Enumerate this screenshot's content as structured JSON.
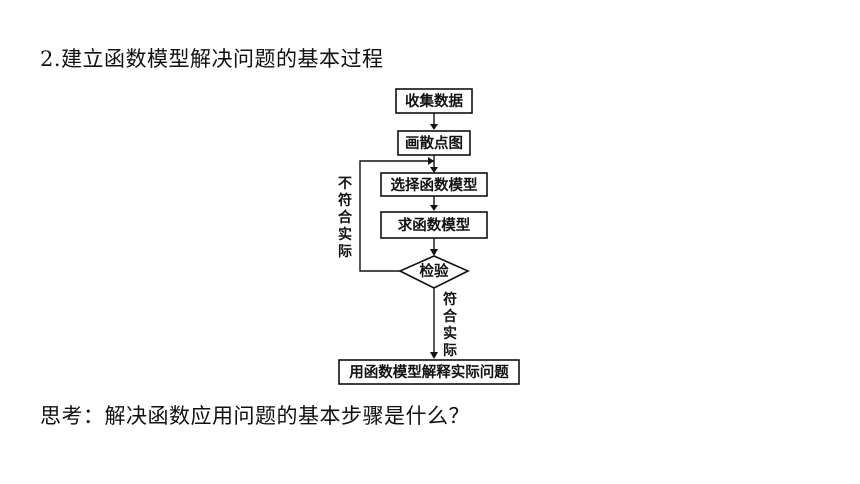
{
  "heading": "2.建立函数模型解决问题的基本过程",
  "flowchart": {
    "nodes": {
      "collect_data": "收集数据",
      "scatter_plot": "画散点图",
      "choose_model": "选择函数模型",
      "find_model": "求函数模型",
      "check": "检验",
      "apply_model": "用函数模型解释实际问题"
    },
    "edges": {
      "not_fit": [
        "不",
        "符",
        "合",
        "实",
        "际"
      ],
      "fit": [
        "符",
        "合",
        "实",
        "际"
      ]
    }
  },
  "question": "思考：解决函数应用问题的基本步骤是什么？"
}
